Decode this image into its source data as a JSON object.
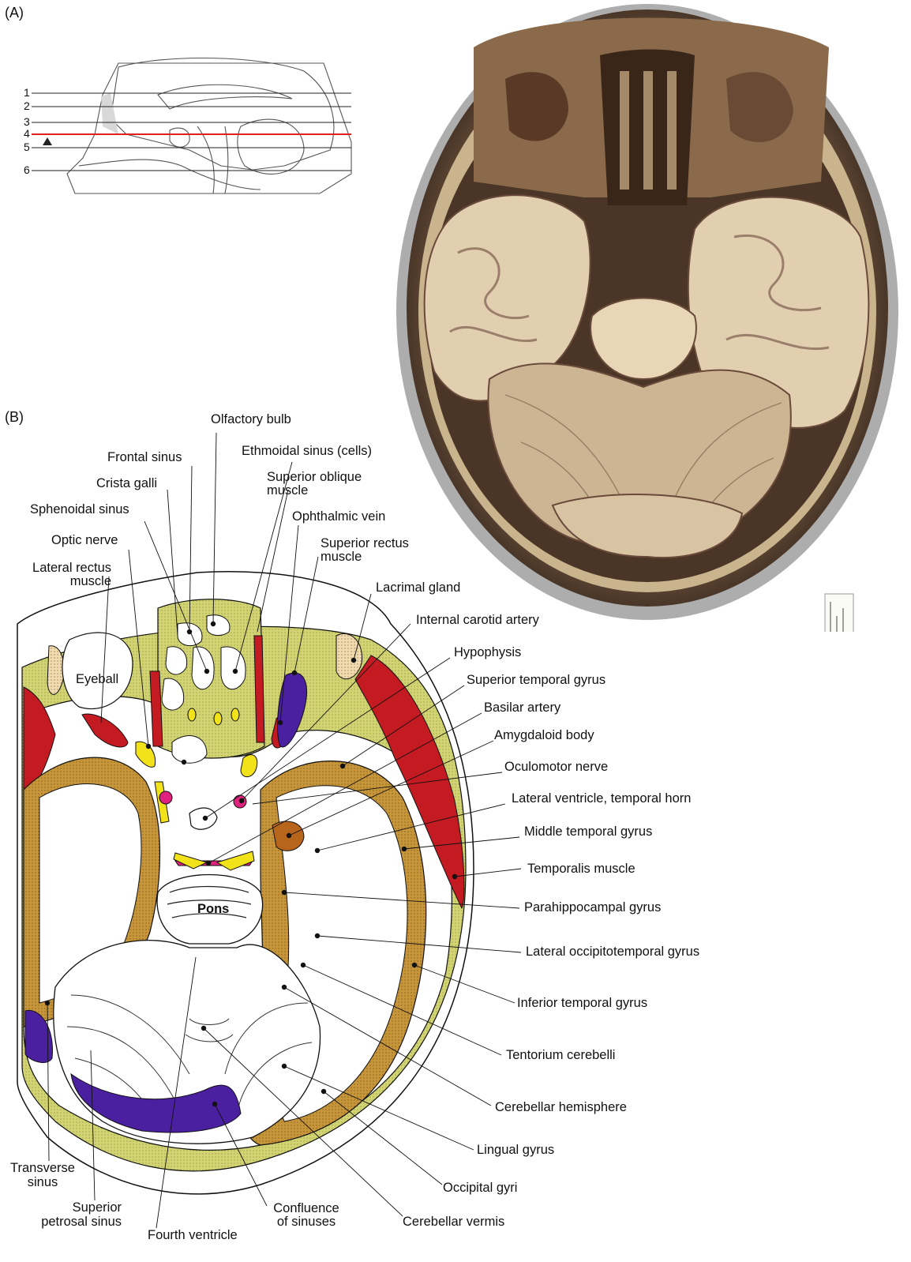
{
  "panels": {
    "a": "(A)",
    "b": "(B)"
  },
  "panel_a": {
    "plane_numbers": [
      "1",
      "2",
      "3",
      "4",
      "5",
      "6"
    ],
    "highlighted_plane": "4"
  },
  "panel_b": {
    "center_labels": {
      "eyeball": "Eyeball",
      "pons": "Pons"
    },
    "labels": {
      "olfactory_bulb": "Olfactory bulb",
      "frontal_sinus": "Frontal sinus",
      "ethmoidal_sinus": "Ethmoidal sinus (cells)",
      "crista_galli": "Crista galli",
      "superior_oblique_1": "Superior oblique",
      "superior_oblique_2": "muscle",
      "sphenoidal_sinus": "Sphenoidal sinus",
      "ophthalmic_vein": "Ophthalmic vein",
      "optic_nerve": "Optic nerve",
      "superior_rectus_1": "Superior rectus",
      "superior_rectus_2": "muscle",
      "lateral_rectus_1": "Lateral rectus",
      "lateral_rectus_2": "muscle",
      "lacrimal_gland": "Lacrimal gland",
      "internal_carotid": "Internal carotid artery",
      "hypophysis": "Hypophysis",
      "superior_temporal": "Superior temporal gyrus",
      "basilar_artery": "Basilar artery",
      "amygdaloid_body": "Amygdaloid body",
      "oculomotor_nerve": "Oculomotor nerve",
      "lateral_ventricle": "Lateral ventricle, temporal horn",
      "middle_temporal": "Middle temporal gyrus",
      "temporalis": "Temporalis muscle",
      "parahippocampal": "Parahippocampal gyrus",
      "lateral_occipitotemporal": "Lateral occipitotemporal gyrus",
      "inferior_temporal": "Inferior temporal gyrus",
      "tentorium": "Tentorium cerebelli",
      "cerebellar_hemisphere": "Cerebellar hemisphere",
      "lingual_gyrus": "Lingual gyrus",
      "occipital_gyri": "Occipital gyri",
      "cerebellar_vermis": "Cerebellar vermis",
      "transverse_sinus_1": "Transverse",
      "transverse_sinus_2": "sinus",
      "superior_petrosal_1": "Superior",
      "superior_petrosal_2": "petrosal sinus",
      "fourth_ventricle": "Fourth ventricle",
      "confluence_1": "Confluence",
      "confluence_2": "of sinuses"
    }
  },
  "colors": {
    "bone": "#c9cc6a",
    "cortex": "#c8963a",
    "muscle": "#c41a22",
    "vein": "#4a1fa0",
    "nerve": "#f2e21a",
    "amygdala": "#b8651c",
    "artery": "#e0217d",
    "highlight_line": "#e02020"
  }
}
